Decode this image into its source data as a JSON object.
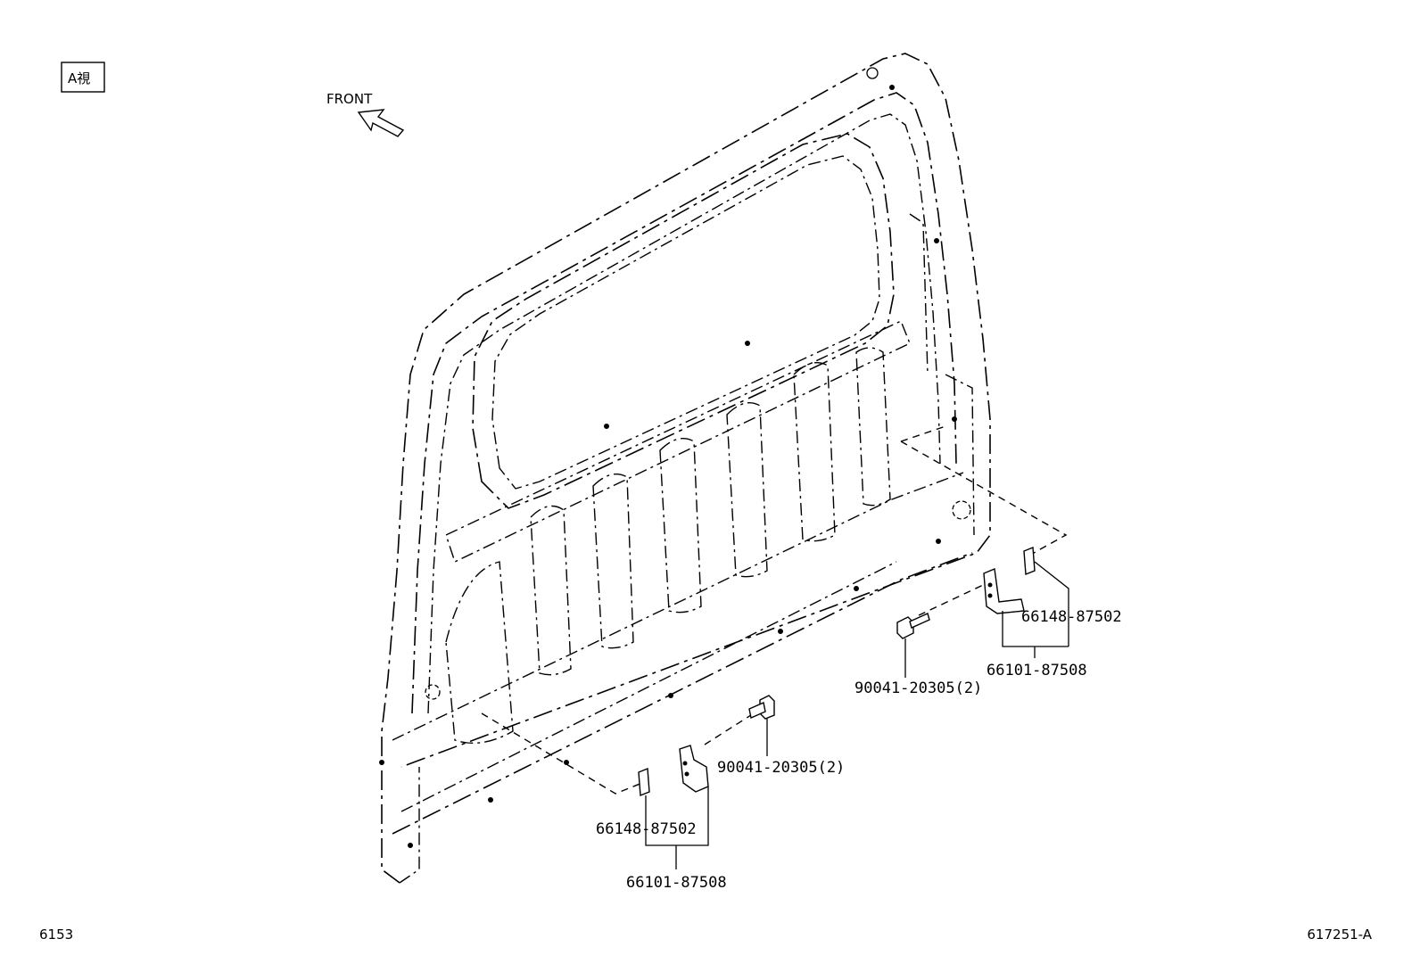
{
  "view_tag": "A視",
  "front_label": "FRONT",
  "labels": {
    "upper_bracket_part": "66148-87502",
    "upper_assembly": "66101-87508",
    "upper_bolt": "90041-20305(2)",
    "lower_bolt": "90041-20305(2)",
    "lower_bracket_part": "66148-87502",
    "lower_assembly": "66101-87508"
  },
  "footer": {
    "left_code": "6153",
    "right_code": "617251-A"
  }
}
